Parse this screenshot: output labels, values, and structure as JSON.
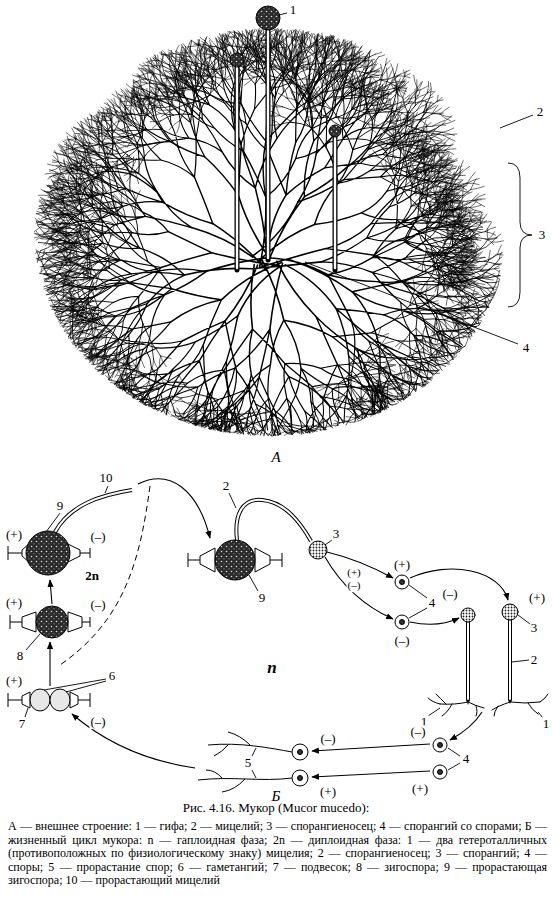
{
  "diagram": {
    "caption": "Рис. 4.16. Мукор (Mucor mucedo):",
    "labels": [
      "1",
      "2",
      "3",
      "4",
      "А",
      "10",
      "2",
      "9",
      "(+)",
      "(–)",
      "2n",
      "3",
      "9",
      "(+)",
      "(–)",
      "(+)",
      "4",
      "(–)",
      "(–)",
      "(+)",
      "3",
      "2",
      "1",
      "1",
      "(–)",
      "4",
      "(+)",
      "(–)",
      "5",
      "(+)",
      "(+)",
      "8",
      "(–)",
      "(+)",
      "6",
      "7",
      "(–)",
      "n",
      "Б",
      "А — внешнее строение: 1 — гифа; 2 — мицелий; 3 — спорангиеносец; 4 — спорангий со спорами; Б — жизненный цикл мукора: n — гаплоидная фаза; 2n — диплоидная фаза: 1 — два гетероталличных (противоположных по физиологическому знаку) мицелия; 2 — спорангиеносец; 3 — спорангий; 4 — споры; 5 — прорастание спор; 6 — гаметангий; 7 — подвесок; 8 — зигоспора; 9 — прорастающая зигоспора; 10 — прорастающий мицелий"
    ]
  }
}
